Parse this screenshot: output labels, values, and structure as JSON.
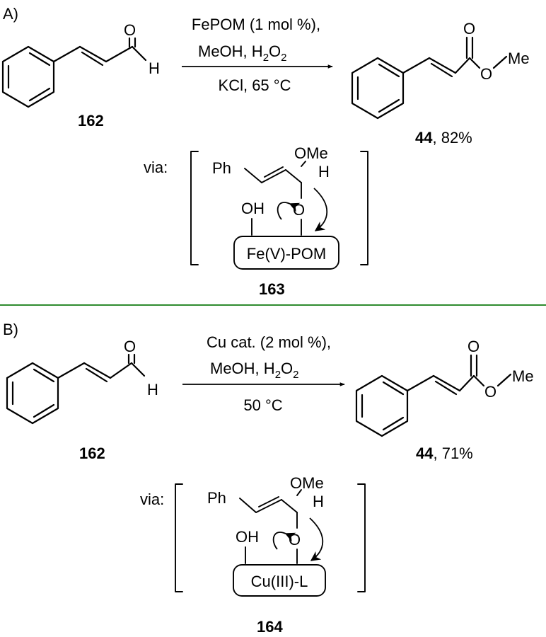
{
  "panel_a": {
    "label": "A)",
    "start_compound": {
      "number": "162"
    },
    "conditions": {
      "line1": "FePOM (1 mol %),",
      "line2_prefix": "MeOH, H",
      "line2_sub": "2",
      "line2_mid": "O",
      "line2_sub2": "2",
      "line3": "KCl, 65 °C"
    },
    "product": {
      "number": "44",
      "yield": ", 82%"
    },
    "intermediate": {
      "via": "via:",
      "substituent": "Ph",
      "ome": "OMe",
      "h": "H",
      "oh": "OH",
      "o": "O",
      "metal": "Fe(V)-POM",
      "number": "163"
    }
  },
  "panel_b": {
    "label": "B)",
    "start_compound": {
      "number": "162"
    },
    "conditions": {
      "line1": "Cu cat. (2 mol %),",
      "line2_prefix": "MeOH, H",
      "line2_sub": "2",
      "line2_mid": "O",
      "line2_sub2": "2",
      "line3": "50 °C"
    },
    "product": {
      "number": "44",
      "yield": ", 71%"
    },
    "intermediate": {
      "via": "via:",
      "substituent": "Ph",
      "ome": "OMe",
      "h": "H",
      "oh": "OH",
      "o": "O",
      "metal": "Cu(III)-L",
      "number": "164"
    }
  },
  "atoms": {
    "carbonyl_o": "O",
    "aldehyde_h": "H",
    "ester_o": "O",
    "methyl": "Me"
  },
  "colors": {
    "divider": "#2e8b2e",
    "ink": "#000000"
  }
}
